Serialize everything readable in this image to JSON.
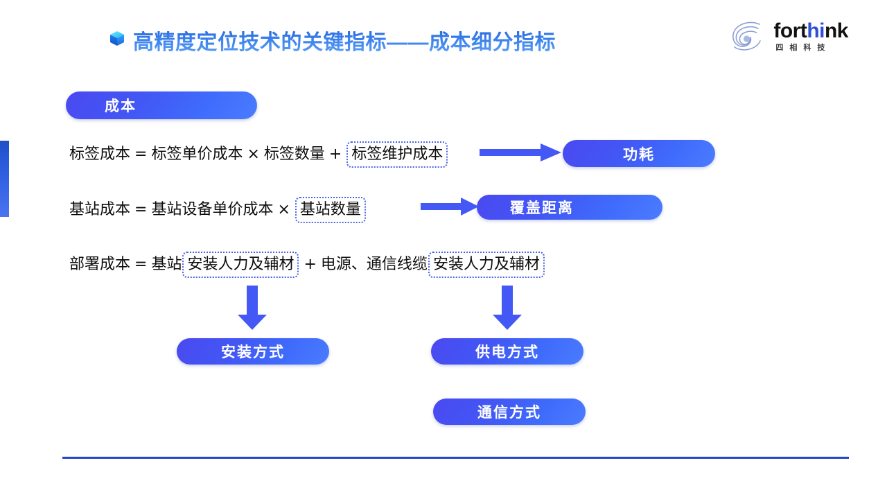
{
  "header": {
    "bullet_icon": "cube-icon",
    "title": "高精度定位技术的关键指标——成本细分指标",
    "logo": {
      "mark": "spiral-swirl-icon",
      "name_prefix": "fort",
      "name_highlight": "hi",
      "name_suffix": "nk",
      "name_full": "forthink",
      "chinese": "四相科技"
    }
  },
  "accent": {
    "left_bar_color": "#2d5ee0",
    "bottom_rule_color": "#2346c8",
    "pill_gradient_start": "#4a49f0",
    "pill_gradient_end": "#4b7cff",
    "arrow_color": "#4458f5",
    "dotted_box_color": "#4a63e8",
    "title_color": "#2f6fe0"
  },
  "pills": {
    "cost": "成本",
    "power_consumption": "功耗",
    "coverage_distance": "覆盖距离",
    "installation_method": "安装方式",
    "power_supply_method": "供电方式",
    "communication_method": "通信方式"
  },
  "formulas": [
    {
      "id": "tag-cost",
      "subject": "标签成本",
      "equals": "=",
      "term1": "标签单价成本",
      "op1": "×",
      "term2": "标签数量",
      "op2": "+",
      "term3_boxed": "标签维护成本"
    },
    {
      "id": "base-station-cost",
      "subject": "基站成本",
      "equals": "=",
      "term1": "基站设备单价成本",
      "op1": "×",
      "term2_boxed": "基站数量"
    },
    {
      "id": "deployment-cost",
      "subject": "部署成本",
      "equals": "=",
      "lead": "基站",
      "term1_boxed": "安装人力及辅材",
      "op1": "+",
      "lead2": "电源、通信线缆",
      "term2_boxed": "安装人力及辅材"
    }
  ],
  "arrows": {
    "to_power": "arrow-right-icon",
    "to_coverage": "arrow-right-icon",
    "to_installation": "arrow-down-icon",
    "to_power_supply": "arrow-down-icon"
  }
}
